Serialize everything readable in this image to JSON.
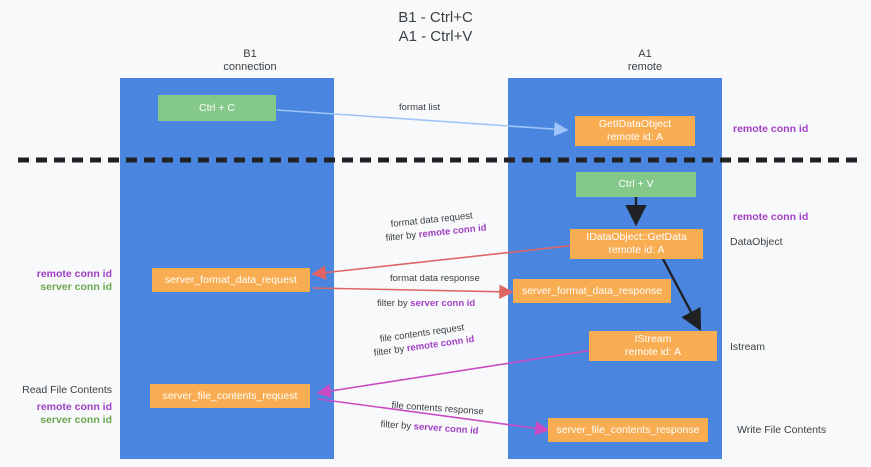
{
  "title": "B1 - Ctrl+C\nA1 - Ctrl+V",
  "columns": {
    "left": "B1\nconnection",
    "right": "A1\nremote"
  },
  "boxes": {
    "ctrl_c": "Ctrl + C",
    "get_idataobject": "GetIDataObject\nremote id: A",
    "ctrl_v": "Ctrl + V",
    "idataobject_getdata": "IDataObject::GetData\nremote id: A",
    "server_format_data_request": "server_format_data_request",
    "server_format_data_response": "server_format_data_response",
    "istream": "IStream\nremote id: A",
    "server_file_contents_request": "server_file_contents_request",
    "server_file_contents_response": "server_file_contents_response"
  },
  "edges": {
    "format_list": "format list",
    "format_data_request": "format data request",
    "format_data_request_filter_prefix": "filter by ",
    "format_data_request_filter_key": "remote conn id",
    "format_data_response": "format data response",
    "format_data_response_filter_prefix": "filter by ",
    "format_data_response_filter_key": "server conn id",
    "file_contents_request": "file contents request",
    "file_contents_request_filter_prefix": "filter by ",
    "file_contents_request_filter_key": "remote conn id",
    "file_contents_response": "file contents response",
    "file_contents_response_filter_prefix": "filter by ",
    "file_contents_response_filter_key": "server conn id"
  },
  "right_notes": {
    "remote_conn_id_top": "remote conn id",
    "remote_conn_id_mid": "remote conn id",
    "dataobject": "DataObject",
    "istream": "Istream",
    "write_file_contents": "Write File Contents"
  },
  "left_notes": {
    "mid_remote_key": "remote conn id",
    "mid_server_key": "server conn id",
    "read_file_contents": "Read File Contents",
    "bottom_remote_key": "remote conn id",
    "bottom_server_key": "server conn id"
  },
  "colors": {
    "lane": "#4a86e0",
    "green_box": "#85c98a",
    "orange_box": "#f9ad52",
    "purple_key": "#a13fc4",
    "green_key": "#6aa84f",
    "divider": "#202124",
    "arrow_blue": "#9fc5f8",
    "arrow_red": "#e06666",
    "arrow_magenta": "#c94bc4",
    "arrow_black": "#202124"
  }
}
